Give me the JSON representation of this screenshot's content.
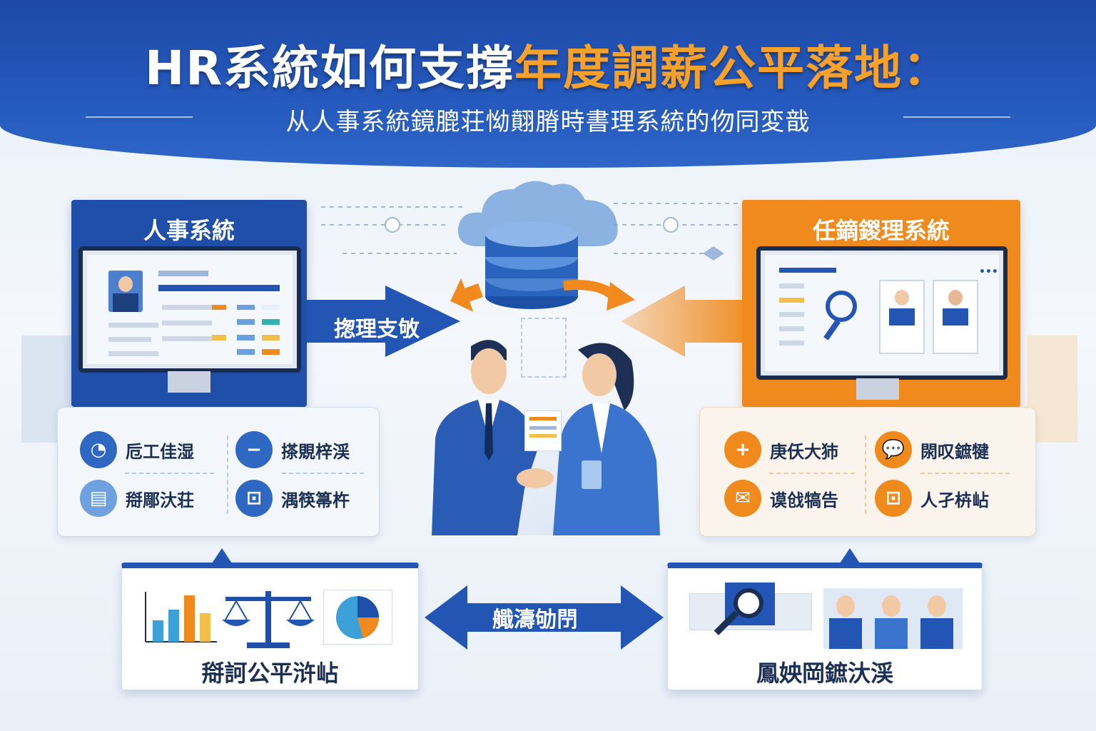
{
  "header": {
    "title_white": "HR系統如何支撐",
    "title_orange": "年度調薪公平落地：",
    "subtitle": "从人事系統鏡膍荘怮翸膌時書理系統的伆同変戠"
  },
  "left_system": {
    "title": "人事系統",
    "features": [
      {
        "icon": "clock-icon",
        "label": "卮工佳湿"
      },
      {
        "icon": "minus-circle-icon",
        "label": "搽覞梓渓"
      },
      {
        "icon": "document-icon",
        "label": "搿郮汏荘"
      },
      {
        "icon": "lock-icon",
        "label": "湡筷箒杵"
      }
    ]
  },
  "right_system": {
    "title": "任鏑鍐理系統",
    "features": [
      {
        "icon": "plus-circle-icon",
        "label": "庚仸大犻"
      },
      {
        "icon": "chat-icon",
        "label": "閖叹鏣犍"
      },
      {
        "icon": "mail-icon",
        "label": "谟戗犒告"
      },
      {
        "icon": "lock-icon",
        "label": "人孑枿岾"
      }
    ]
  },
  "arrows": {
    "left_to_center": "揔理支敂",
    "bottom_bidirectional": "艥濤劬閅"
  },
  "bottom_left": {
    "label": "搿訶公平浒岾"
  },
  "bottom_right": {
    "label": "鳳姎岡鏣汏渓"
  },
  "colors": {
    "primary_blue": "#2356b4",
    "accent_orange": "#f08a1c",
    "header_blue": "#1d4aa8"
  }
}
